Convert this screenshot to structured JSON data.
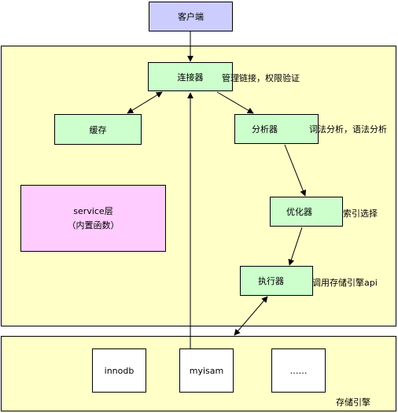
{
  "nodes": {
    "client": "客户端",
    "connector": "连接器",
    "cache": "缓存",
    "analyzer": "分析器",
    "service_line1": "service层",
    "service_line2": "（内置函数）",
    "optimizer": "优化器",
    "executor": "执行器",
    "innodb": "innodb",
    "myisam": "myisam",
    "other_engine": "……"
  },
  "notes": {
    "connector": "管理链接，权限验证",
    "analyzer": "词法分析，语法分析",
    "optimizer": "索引选择",
    "executor": "调用存储引擎api",
    "storage": "存储引擎"
  },
  "colors": {
    "server_layer": "#ffffc8",
    "node": "#ccffcc",
    "client": "#ccccff",
    "service": "#ffccff"
  }
}
